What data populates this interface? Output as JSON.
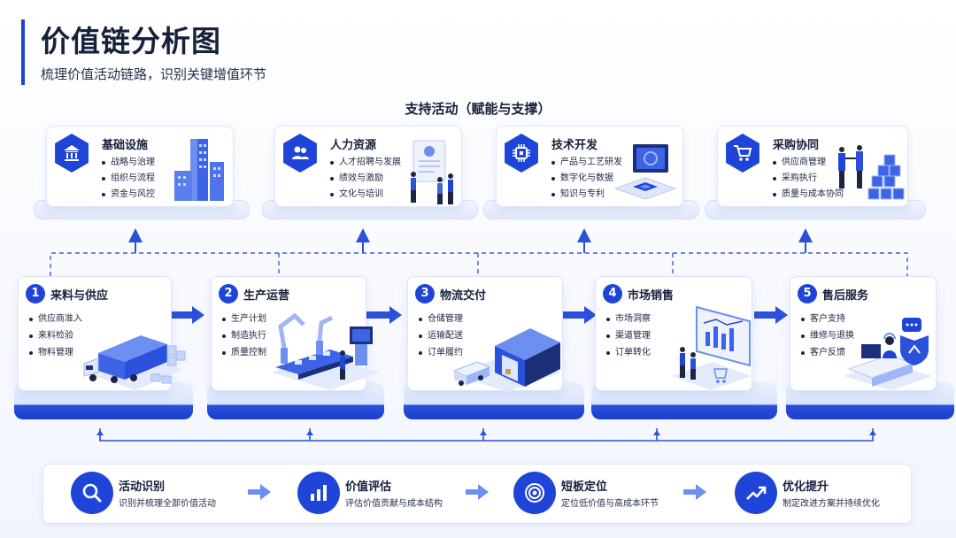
{
  "header": {
    "title": "价值链分析图",
    "subtitle": "梳理价值活动链路，识别关键增值环节"
  },
  "support": {
    "title": "支持活动（赋能与支撑）",
    "cards": [
      {
        "title": "基础设施",
        "icon": "bank-icon",
        "items": [
          "战略与治理",
          "组织与流程",
          "资金与风控"
        ]
      },
      {
        "title": "人力资源",
        "icon": "people-icon",
        "items": [
          "人才招聘与发展",
          "绩效与激励",
          "文化与培训"
        ]
      },
      {
        "title": "技术开发",
        "icon": "chip-icon",
        "items": [
          "产品与工艺研发",
          "数字化与数据",
          "知识与专利"
        ]
      },
      {
        "title": "采购协同",
        "icon": "cart-icon",
        "items": [
          "供应商管理",
          "采购执行",
          "质量与成本协同"
        ]
      }
    ]
  },
  "primary": [
    {
      "num": "1",
      "title": "来料与供应",
      "items": [
        "供应商准入",
        "来料检验",
        "物料管理"
      ],
      "illustration": "truck-icon"
    },
    {
      "num": "2",
      "title": "生产运营",
      "items": [
        "生产计划",
        "制造执行",
        "质量控制"
      ],
      "illustration": "robot-arm-icon"
    },
    {
      "num": "3",
      "title": "物流交付",
      "items": [
        "仓储管理",
        "运输配送",
        "订单履约"
      ],
      "illustration": "warehouse-icon"
    },
    {
      "num": "4",
      "title": "市场销售",
      "items": [
        "市场洞察",
        "渠道管理",
        "订单转化"
      ],
      "illustration": "dashboard-icon"
    },
    {
      "num": "5",
      "title": "售后服务",
      "items": [
        "客户支持",
        "维修与退换",
        "客户反馈"
      ],
      "illustration": "service-desk-icon"
    }
  ],
  "steps": [
    {
      "title": "活动识别",
      "desc": "识别并梳理全部价值活动",
      "icon": "search-icon"
    },
    {
      "title": "价值评估",
      "desc": "评估价值贡献与成本结构",
      "icon": "bar-chart-icon"
    },
    {
      "title": "短板定位",
      "desc": "定位低价值与高成本环节",
      "icon": "target-icon"
    },
    {
      "title": "优化提升",
      "desc": "制定改进方案并持续优化",
      "icon": "trend-up-icon"
    }
  ],
  "colors": {
    "primary": "#1f45d8",
    "dark_text": "#15203a",
    "light_blue": "#dbe4fb"
  }
}
